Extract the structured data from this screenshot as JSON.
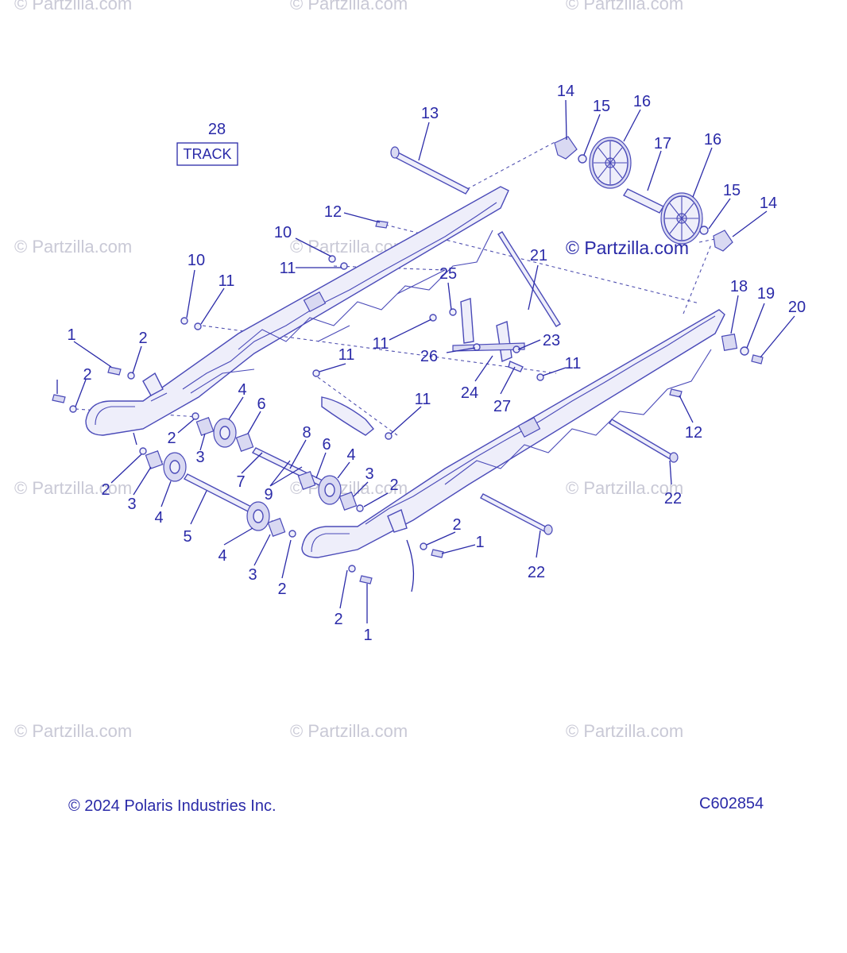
{
  "watermark_text": "© Partzilla.com",
  "brand_watermark": "© Partzilla.com",
  "track_box": {
    "number": "28",
    "label": "TRACK"
  },
  "footer": {
    "copyright": "© 2024 Polaris Industries Inc.",
    "diagram_code": "C602854"
  },
  "callouts": [
    "1",
    "2",
    "3",
    "4",
    "5",
    "6",
    "7",
    "8",
    "9",
    "10",
    "11",
    "12",
    "13",
    "14",
    "15",
    "16",
    "17",
    "18",
    "19",
    "20",
    "21",
    "22",
    "23",
    "24",
    "25",
    "26",
    "27"
  ],
  "colors": {
    "ink": "#2a2aa8",
    "watermark": "#c9c9d6"
  }
}
